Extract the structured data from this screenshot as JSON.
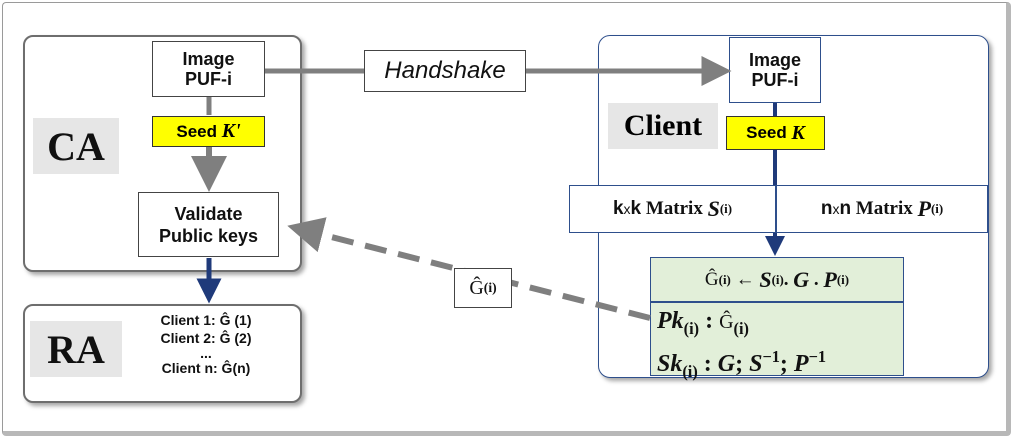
{
  "handshake": "Handshake",
  "ca": {
    "label": "CA",
    "image_puf": [
      "Image",
      "PUF-i"
    ],
    "seed": "Seed",
    "seed_var": "K'",
    "validate": [
      "Validate",
      "Public keys"
    ]
  },
  "ra": {
    "label": "RA",
    "entries": [
      "Client 1: Ĝ (1)",
      "Client 2: Ĝ (2)",
      "...",
      "Client n: Ĝ(n)"
    ]
  },
  "client": {
    "label": "Client",
    "image_puf": [
      "Image",
      "PUF-i"
    ],
    "seed": "Seed",
    "seed_var": "K",
    "matrix_s": {
      "dim": "k",
      "times": "x",
      "word": "Matrix",
      "var": "S",
      "sub": "(i)"
    },
    "matrix_p": {
      "dim": "n",
      "times": "x",
      "word": "Matrix",
      "var": "P",
      "sub": "(i)"
    },
    "formula": {
      "g": "Ĝ",
      "sub": "(i)",
      "arrow": "←",
      "s": "S",
      "dot1": ".",
      "G": "G",
      "dot2": ".",
      "p": "P"
    },
    "pk": {
      "var": "Pk",
      "sub": "(i)",
      "sep": " : ",
      "g": "Ĝ"
    },
    "sk": {
      "var": "Sk",
      "sub": "(i)",
      "sep": " : ",
      "G": "G",
      "semi": ";",
      "s": "S",
      "sup": "−1",
      "p": "P"
    }
  },
  "g_hat_label": {
    "g": "Ĝ",
    "sub": "(i)"
  },
  "colors": {
    "arrow_gray": "#7f7f7f",
    "arrow_navy": "#1f3a7a",
    "yellow": "#ffff00",
    "green": "#e2efd9"
  }
}
